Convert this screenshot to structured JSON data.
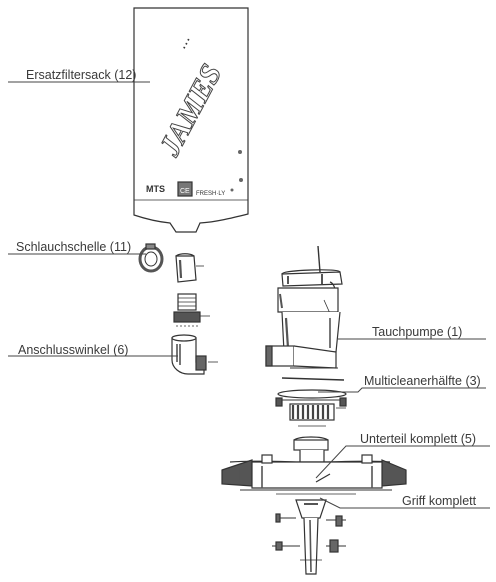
{
  "labels": {
    "filter_bag": "Ersatzfiltersack (12)",
    "hose_clamp": "Schlauchschelle (11)",
    "elbow": "Anschlusswinkel (6)",
    "pump": "Tauchpumpe (1)",
    "multicleaner_half": "Multicleanerhälfte (3)",
    "base": "Unterteil komplett (5)",
    "handle": "Griff komplett"
  },
  "bag_text": {
    "brand": "JAMES",
    "dots": "...",
    "maker": "MTS",
    "badge": "CE",
    "tagline": "FRESH·LY"
  },
  "colors": {
    "line": "#444444",
    "part_stroke": "#333333",
    "dark_fill": "#555555",
    "light_fill": "#e8e8e8"
  }
}
